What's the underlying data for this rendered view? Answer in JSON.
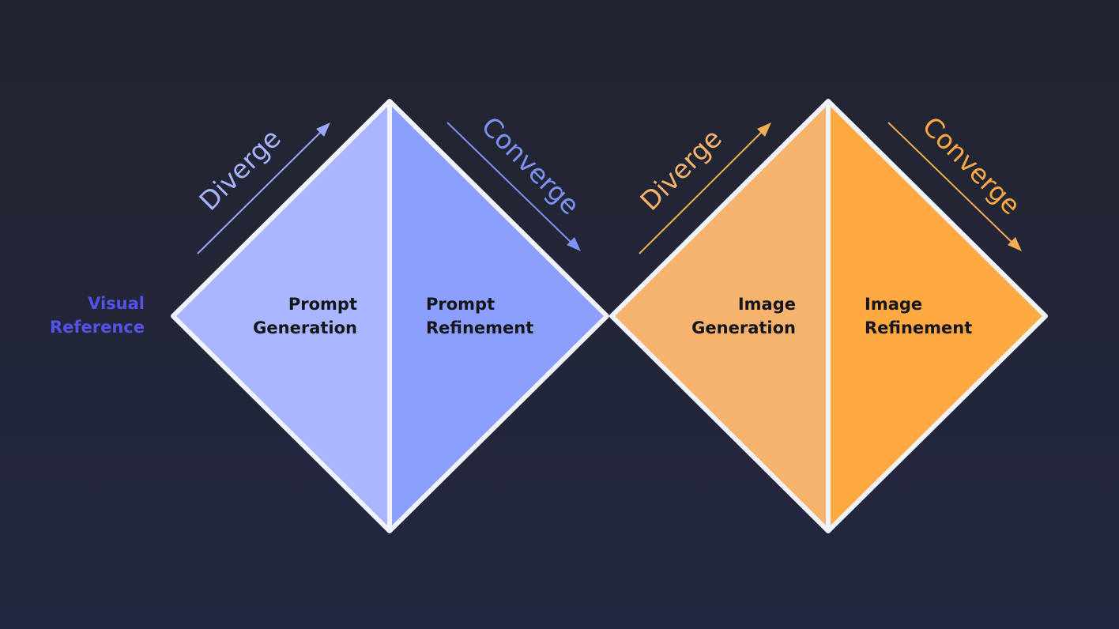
{
  "input_label": {
    "line1": "Visual",
    "line2": "Reference",
    "color": "#5452e8"
  },
  "diamonds": [
    {
      "left_half": {
        "line1": "Prompt",
        "line2": "Generation",
        "fill": "#aab6ff"
      },
      "right_half": {
        "line1": "Prompt",
        "line2": "Refinement",
        "fill": "#8c9ffd"
      },
      "arrow_color": "#9aa8f8",
      "diverge_label": "Diverge",
      "converge_label": "Converge"
    },
    {
      "left_half": {
        "line1": "Image",
        "line2": "Generation",
        "fill": "#f5b36d"
      },
      "right_half": {
        "line1": "Image",
        "line2": "Refinement",
        "fill": "#fea942"
      },
      "arrow_color": "#f6ac52",
      "diverge_label": "Diverge",
      "converge_label": "Converge"
    }
  ],
  "colors": {
    "outline": "#f2f3fa",
    "label_text": "#15161c",
    "background_top": "#22252f",
    "background_bottom": "#232741"
  }
}
